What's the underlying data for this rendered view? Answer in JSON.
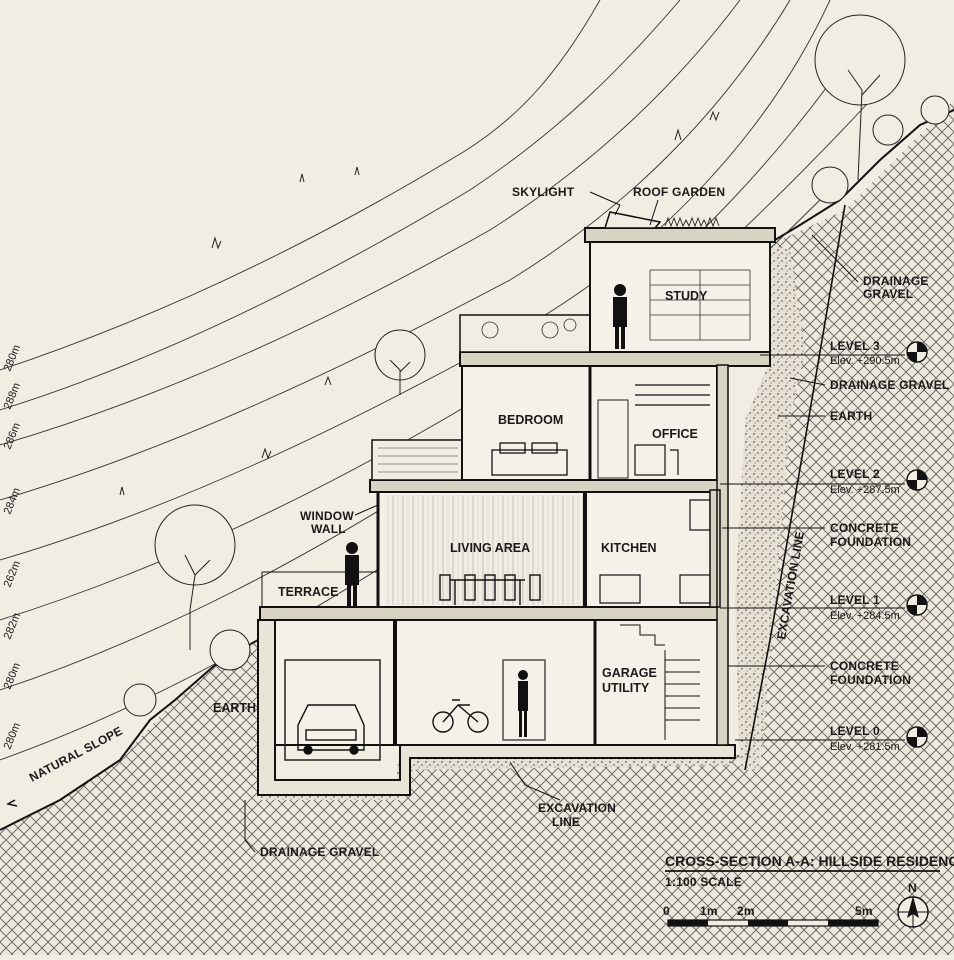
{
  "drawing": {
    "title": "CROSS-SECTION A-A: HILLSIDE RESIDENCE",
    "scale_text": "1:100 SCALE",
    "scale_bar": [
      "0",
      "1m",
      "2m",
      "5m"
    ],
    "north": "N"
  },
  "contours": [
    "280m",
    "288m",
    "286m",
    "284m",
    "262m",
    "282m",
    "280m",
    "280m"
  ],
  "rooms": {
    "study": "STUDY",
    "bedroom": "BEDROOM",
    "office": "OFFICE",
    "living": "LIVING AREA",
    "kitchen": "KITCHEN",
    "terrace": "TERRACE",
    "garage1": "GARAGE",
    "garage2": "UTILITY",
    "earth": "EARTH"
  },
  "callouts": {
    "skylight": "SKYLIGHT",
    "roof_garden": "ROOF GARDEN",
    "drainage_gravel_top_1": "DRAINAGE",
    "drainage_gravel_top_2": "GRAVEL",
    "drainage_gravel_mid": "DRAINAGE GRAVEL",
    "earth": "EARTH",
    "concrete_foundation_1_a": "CONCRETE",
    "concrete_foundation_1_b": "FOUNDATION",
    "concrete_foundation_2_a": "CONCRETE",
    "concrete_foundation_2_b": "FOUNDATION",
    "window_wall_1": "WINDOW",
    "window_wall_2": "WALL",
    "natural_slope": "NATURAL SLOPE",
    "excavation_line_vertical": "EXCAVATION LINE",
    "excavation_line_1": "EXCAVATION",
    "excavation_line_2": "LINE",
    "drainage_gravel_bottom": "DRAINAGE GRAVEL"
  },
  "levels": [
    {
      "name": "LEVEL 3",
      "elev": "Elev. +290.5m"
    },
    {
      "name": "LEVEL 2",
      "elev": "Elev. +287.5m"
    },
    {
      "name": "LEVEL 1",
      "elev": "Elev. +284.5m"
    },
    {
      "name": "LEVEL 0",
      "elev": "Elev. +281.5m"
    }
  ]
}
